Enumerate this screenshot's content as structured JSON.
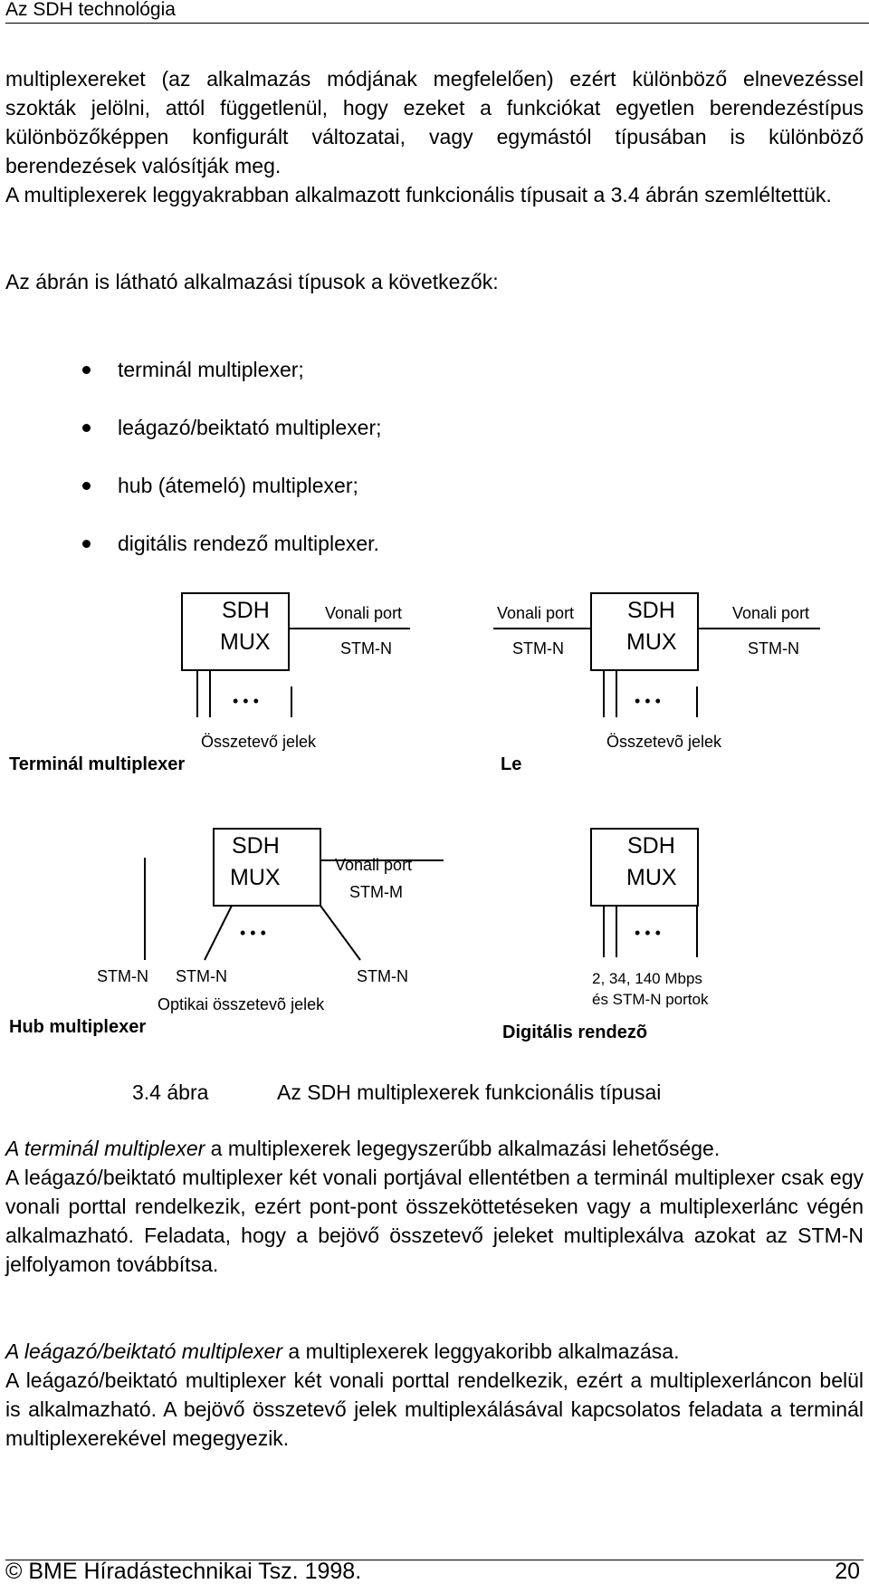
{
  "header": {
    "title": "Az SDH technológia"
  },
  "intro": {
    "p1": "multiplexereket (az alkalmazás módjának megfelelően) ezért különböző elnevezéssel szokták jelölni, attól függetlenül, hogy ezeket a funkciókat egyetlen berendezéstípus különbözőképpen konfigurált változatai, vagy egymástól típusában is különböző berendezések valósítják meg.",
    "p2": "A multiplexerek leggyakrabban alkalmazott funkcionális típusait a 3.4 ábrán szemléltettük.",
    "p3": "Az ábrán is látható alkalmazási típusok a következők:"
  },
  "bullets": [
    "terminál multiplexer;",
    "leágazó/beiktató multiplexer;",
    "hub (átemeló) multiplexer;",
    "digitális rendező multiplexer."
  ],
  "diagram": {
    "sdh": "SDH",
    "mux": "MUX",
    "dots": "• • •",
    "terminal": {
      "line_port": "Vonali port",
      "stm": "STM-N",
      "components": "Összetevő jelek",
      "title": "Terminál multiplexer"
    },
    "adm": {
      "line_port_left": "Vonali port",
      "stm_left": "STM-N",
      "line_port_right": "Vonali port",
      "stm_right": "STM-N",
      "components": "Összetevõ jelek",
      "title": "Le"
    },
    "hub": {
      "line_port": "Vonali port",
      "stm_m": "STM-M",
      "stm_a": "STM-N",
      "stm_b": "STM-N",
      "stm_c": "STM-N",
      "components": "Optikai összetevõ jelek",
      "title": "Hub multiplexer"
    },
    "dxc": {
      "rates": "2, 34, 140 Mbps",
      "ports": "és STM-N portok",
      "title": "Digitális rendezõ"
    }
  },
  "caption": {
    "number": "3.4 ábra",
    "text": "Az SDH multiplexerek funkcionális típusai"
  },
  "section1": {
    "lead_italic": "A terminál multiplexer",
    "lead_rest": " a multiplexerek legegyszerűbb alkalmazási lehetősége.",
    "body": "A leágazó/beiktató multiplexer két vonali portjával ellentétben a terminál multiplexer csak egy vonali porttal rendelkezik, ezért pont-pont összeköttetéseken vagy a multiplexerlánc végén alkalmazható. Feladata, hogy a bejövő összetevő jeleket multiplexálva azokat az STM-N jelfolyamon továbbítsa."
  },
  "section2": {
    "lead_italic": "A leágazó/beiktató multiplexer",
    "lead_rest": " a multiplexerek leggyakoribb alkalmazása.",
    "body": "A leágazó/beiktató multiplexer két vonali porttal rendelkezik, ezért a multiplexerláncon belül is alkalmazható. A bejövő összetevő jelek multiplexálásával kapcsolatos feladata a terminál multiplexerekével megegyezik."
  },
  "footer": {
    "left": "© BME Híradástechnikai Tsz. 1998.",
    "page": "20"
  }
}
